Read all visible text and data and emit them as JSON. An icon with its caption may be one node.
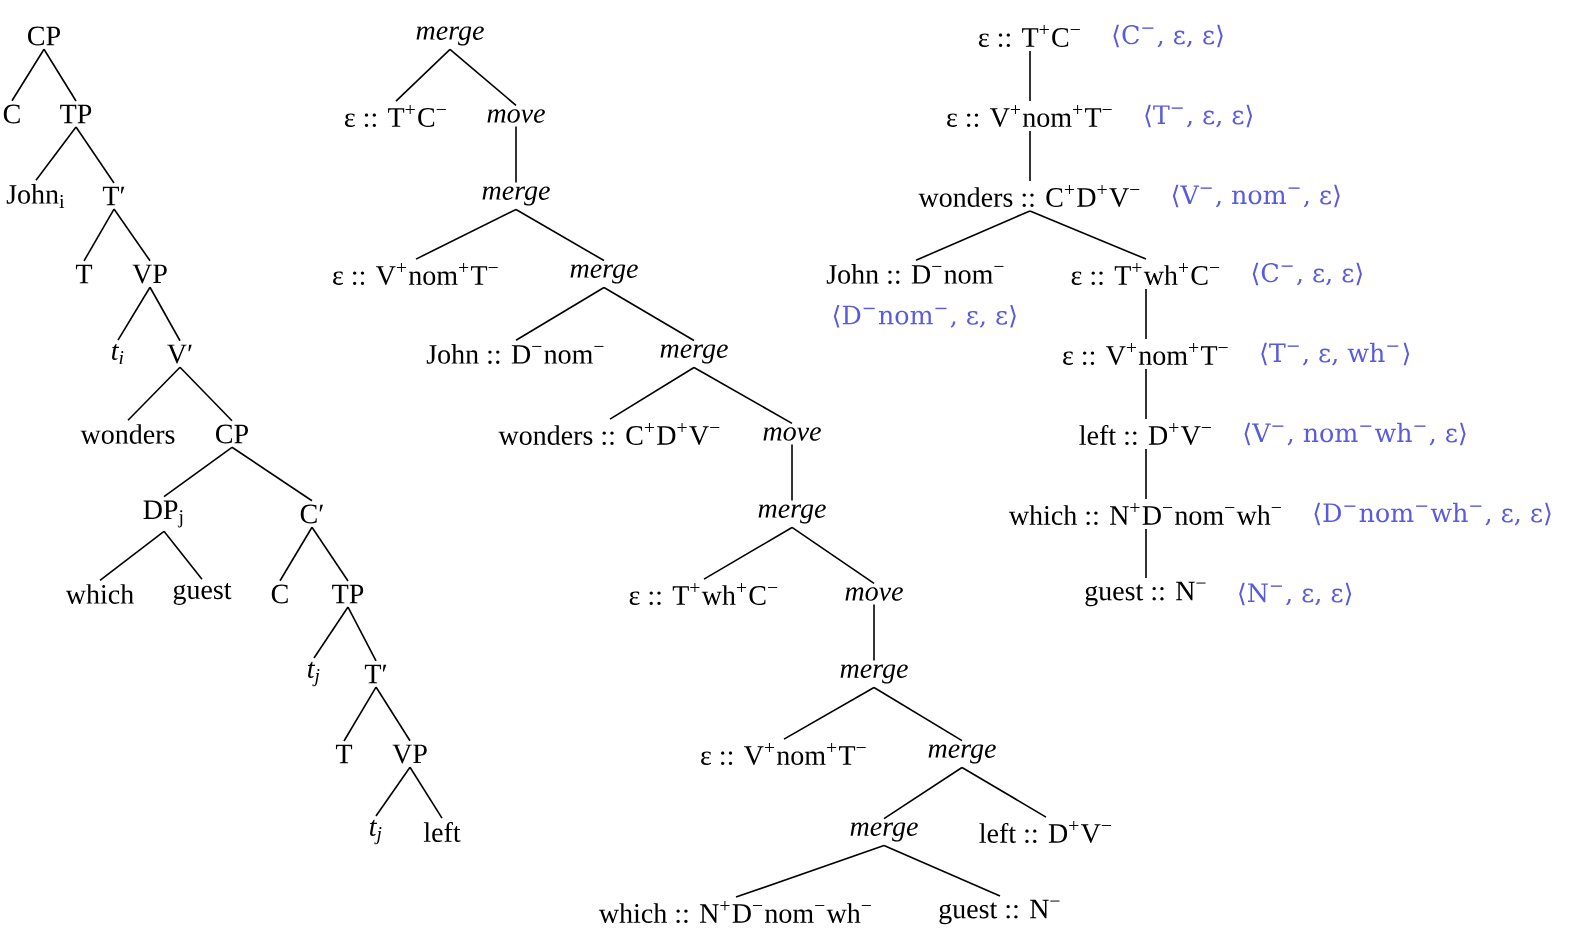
{
  "diagram": {
    "nodes": [
      {
        "text": [
          "CP"
        ]
      },
      {
        "text": [
          "C"
        ]
      },
      {
        "text": [
          "TP"
        ]
      },
      {
        "text": [
          "John$_{i}$"
        ]
      },
      {
        "text": [
          "T′"
        ]
      },
      {
        "text": [
          "T"
        ]
      },
      {
        "text": [
          "VP"
        ]
      },
      {
        "text": [
          "t$_{i}$"
        ]
      },
      {
        "text": [
          "V′"
        ]
      },
      {
        "text": [
          "wonders"
        ]
      },
      {
        "text": [
          "CP"
        ]
      },
      {
        "text": [
          "DP$_{j}$"
        ]
      },
      {
        "text": [
          "C′"
        ]
      },
      {
        "text": [
          "which"
        ]
      },
      {
        "text": [
          "guest"
        ]
      },
      {
        "text": [
          "C"
        ]
      },
      {
        "text": [
          "TP"
        ]
      },
      {
        "text": [
          "t$_{j}$"
        ]
      },
      {
        "text": [
          "T′"
        ]
      },
      {
        "text": [
          "T"
        ]
      },
      {
        "text": [
          "VP"
        ]
      },
      {
        "text": [
          "t$_{j}$"
        ]
      },
      {
        "text": [
          "left"
        ]
      },
      {
        "text": [
          "merge"
        ]
      },
      {
        "text": [
          "ε :: T$^{+}$C$^{−}$"
        ]
      },
      {
        "text": [
          "move"
        ]
      },
      {
        "text": [
          "merge"
        ]
      },
      {
        "text": [
          "ε :: V$^{+}$nom$^{+}$T$^{−}$"
        ]
      },
      {
        "text": [
          "merge"
        ]
      },
      {
        "text": [
          "John :: D$^{−}$nom$^{−}$"
        ]
      },
      {
        "text": [
          "merge"
        ]
      },
      {
        "text": [
          "wonders :: C$^{+}$D$^{+}$V$^{−}$"
        ]
      },
      {
        "text": [
          "move"
        ]
      },
      {
        "text": [
          "merge"
        ]
      },
      {
        "text": [
          "ε :: T$^{+}$wh$^{+}$C$^{−}$"
        ]
      },
      {
        "text": [
          "move"
        ]
      },
      {
        "text": [
          "merge"
        ]
      },
      {
        "text": [
          "ε :: V$^{+}$nom$^{+}$T$^{−}$"
        ]
      },
      {
        "text": [
          "merge"
        ]
      },
      {
        "text": [
          "merge"
        ]
      },
      {
        "text": [
          "left :: D$^{+}$V$^{−}$"
        ]
      },
      {
        "text": [
          "which :: N$^{+}$D$^{−}$nom$^{−}$wh$^{−}$"
        ]
      },
      {
        "text": [
          "guest :: N$^{−}$"
        ]
      },
      {
        "text": [
          "ε :: T$^{+}$C$^{−}$"
        ],
        "beside": [
          "⟨C$^{−}$, ε, ε⟩"
        ]
      },
      {
        "text": [
          "ε :: V$^{+}$nom$^{+}$T$^{−}$"
        ],
        "beside": [
          "⟨T$^{−}$, ε, ε⟩"
        ]
      },
      {
        "text": [
          "wonders :: C$^{+}$D$^{+}$V$^{−}$"
        ],
        "beside": [
          "⟨V$^{−}$, nom$^{−}$, ε⟩"
        ]
      },
      {
        "text": [
          "John :: D$^{−}$nom$^{−}$"
        ],
        "beside": [
          "⟨D$^{−}$nom$^{−}$, ε, ε⟩"
        ]
      },
      {
        "text": [
          "ε :: T$^{+}$wh$^{+}$C$^{−}$"
        ],
        "beside": [
          "⟨C$^{−}$, ε, ε⟩"
        ]
      },
      {
        "text": [
          "ε :: V$^{+}$nom$^{+}$T$^{−}$"
        ],
        "beside": [
          "⟨T$^{−}$, ε, wh$^{−}$⟩"
        ]
      },
      {
        "text": [
          "left :: D$^{+}$V$^{−}$"
        ],
        "beside": [
          "⟨V$^{−}$, nom$^{−}$wh$^{−}$, ε⟩"
        ]
      },
      {
        "text": [
          "which :: N$^{+}$D$^{−}$nom$^{−}$wh$^{−}$"
        ],
        "beside": [
          "⟨D$^{−}$nom$^{−}$wh$^{−}$, ε, ε⟩"
        ]
      },
      {
        "text": [
          "guest :: N$^{−}$"
        ],
        "beside": [
          "⟨N$^{−}$, ε, ε⟩"
        ]
      }
    ],
    "edges": [
      {
        "from": 0,
        "to": 1,
        "arrow": "none"
      },
      {
        "from": 0,
        "to": 2,
        "arrow": "none"
      },
      {
        "from": 2,
        "to": 3,
        "arrow": "none"
      },
      {
        "from": 2,
        "to": 4,
        "arrow": "none"
      },
      {
        "from": 4,
        "to": 5,
        "arrow": "none"
      },
      {
        "from": 4,
        "to": 6,
        "arrow": "none"
      },
      {
        "from": 6,
        "to": 7,
        "arrow": "none"
      },
      {
        "from": 6,
        "to": 8,
        "arrow": "none"
      },
      {
        "from": 8,
        "to": 9,
        "arrow": "none"
      },
      {
        "from": 8,
        "to": 10,
        "arrow": "none"
      },
      {
        "from": 10,
        "to": 11,
        "arrow": "none"
      },
      {
        "from": 10,
        "to": 12,
        "arrow": "none"
      },
      {
        "from": 11,
        "to": 13,
        "arrow": "none"
      },
      {
        "from": 11,
        "to": 14,
        "arrow": "none"
      },
      {
        "from": 12,
        "to": 15,
        "arrow": "none"
      },
      {
        "from": 12,
        "to": 16,
        "arrow": "none"
      },
      {
        "from": 16,
        "to": 17,
        "arrow": "none"
      },
      {
        "from": 16,
        "to": 18,
        "arrow": "none"
      },
      {
        "from": 18,
        "to": 19,
        "arrow": "none"
      },
      {
        "from": 18,
        "to": 20,
        "arrow": "none"
      },
      {
        "from": 20,
        "to": 21,
        "arrow": "none"
      },
      {
        "from": 20,
        "to": 22,
        "arrow": "none"
      },
      {
        "from": 23,
        "to": 24,
        "arrow": "none"
      },
      {
        "from": 23,
        "to": 25,
        "arrow": "none"
      },
      {
        "from": 25,
        "to": 26,
        "arrow": "none"
      },
      {
        "from": 26,
        "to": 27,
        "arrow": "none"
      },
      {
        "from": 26,
        "to": 28,
        "arrow": "none"
      },
      {
        "from": 28,
        "to": 29,
        "arrow": "none"
      },
      {
        "from": 28,
        "to": 30,
        "arrow": "none"
      },
      {
        "from": 30,
        "to": 31,
        "arrow": "none"
      },
      {
        "from": 30,
        "to": 32,
        "arrow": "none"
      },
      {
        "from": 32,
        "to": 33,
        "arrow": "none"
      },
      {
        "from": 33,
        "to": 34,
        "arrow": "none"
      },
      {
        "from": 33,
        "to": 35,
        "arrow": "none"
      },
      {
        "from": 35,
        "to": 36,
        "arrow": "none"
      },
      {
        "from": 36,
        "to": 37,
        "arrow": "none"
      },
      {
        "from": 36,
        "to": 38,
        "arrow": "none"
      },
      {
        "from": 38,
        "to": 39,
        "arrow": "none"
      },
      {
        "from": 38,
        "to": 40,
        "arrow": "none"
      },
      {
        "from": 39,
        "to": 41,
        "arrow": "none"
      },
      {
        "from": 39,
        "to": 42,
        "arrow": "none"
      },
      {
        "from": 43,
        "to": 44,
        "arrow": "none"
      },
      {
        "from": 44,
        "to": 45,
        "arrow": "none"
      },
      {
        "from": 45,
        "to": 46,
        "arrow": "none"
      },
      {
        "from": 45,
        "to": 47,
        "arrow": "none"
      },
      {
        "from": 47,
        "to": 48,
        "arrow": "none"
      },
      {
        "from": 48,
        "to": 49,
        "arrow": "none"
      },
      {
        "from": 49,
        "to": 50,
        "arrow": "none"
      },
      {
        "from": 50,
        "to": 51,
        "arrow": "none"
      }
    ]
  }
}
